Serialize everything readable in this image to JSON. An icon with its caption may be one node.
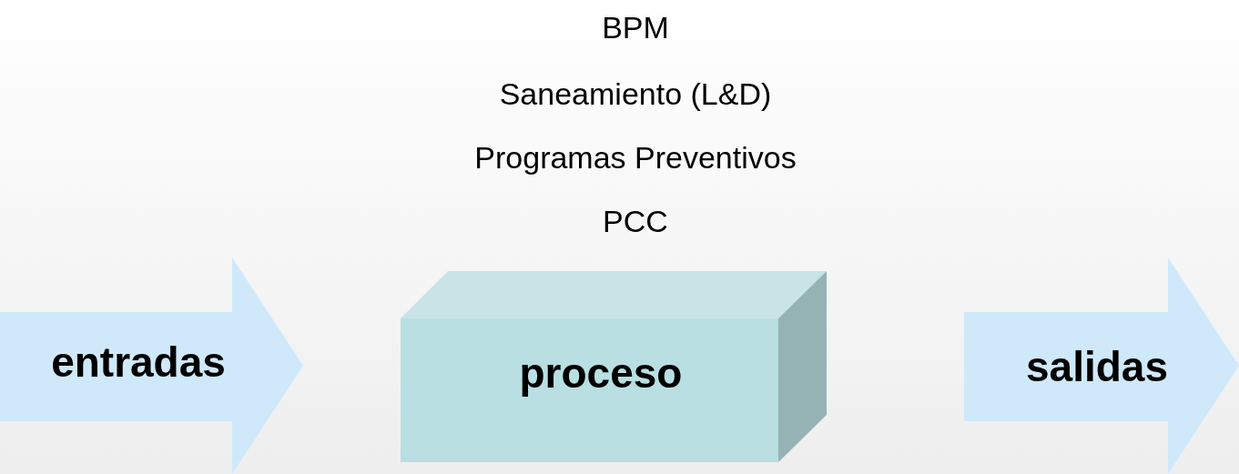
{
  "diagram": {
    "nodes": [
      {
        "text": [
          "entradas"
        ]
      },
      {
        "text": [
          "proceso"
        ]
      },
      {
        "text": [
          "salidas"
        ]
      }
    ],
    "labels": [
      "BPM",
      "Saneamiento (L&D)",
      "Programas Preventivos",
      "PCC"
    ]
  }
}
